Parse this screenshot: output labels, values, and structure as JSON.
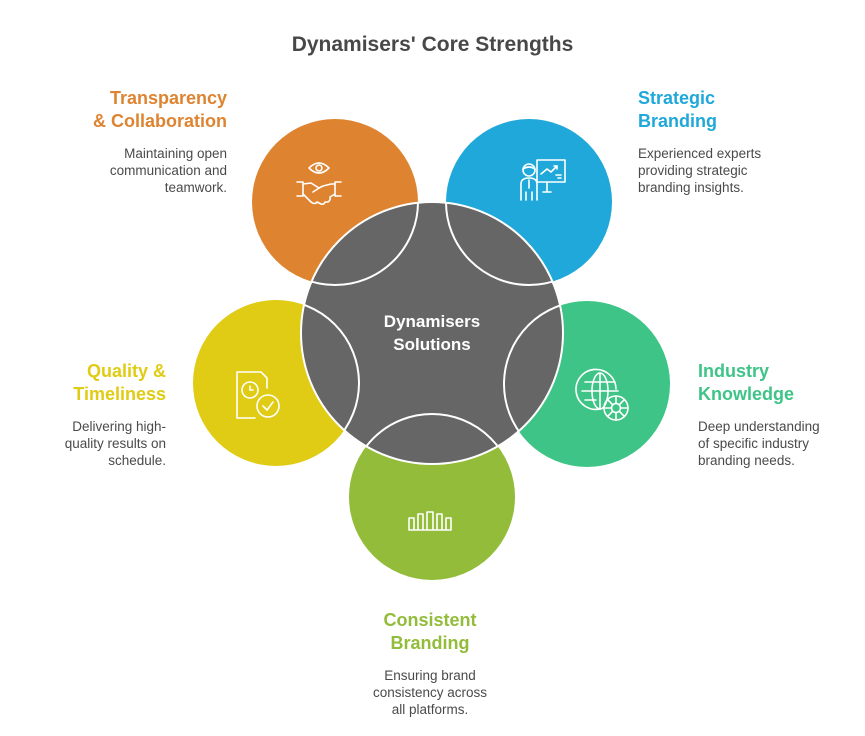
{
  "title": "Dynamisers' Core Strengths",
  "center": {
    "line1": "Dynamisers",
    "line2": "Solutions",
    "color": "#666666"
  },
  "items": [
    {
      "id": "transparency",
      "title_line1": "Transparency",
      "title_line2": "& Collaboration",
      "desc_line1": "Maintaining open",
      "desc_line2": "communication and",
      "desc_line3": "teamwork.",
      "color": "#DE8431",
      "icon": "eye-handshake-icon"
    },
    {
      "id": "strategic",
      "title_line1": "Strategic",
      "title_line2": "Branding",
      "desc_line1": "Experienced experts",
      "desc_line2": "providing strategic",
      "desc_line3": "branding insights.",
      "color": "#1FA8D9",
      "icon": "presenter-chart-icon"
    },
    {
      "id": "quality",
      "title_line1": "Quality &",
      "title_line2": "Timeliness",
      "desc_line1": "Delivering high-",
      "desc_line2": "quality results on",
      "desc_line3": "schedule.",
      "color": "#E0CB15",
      "icon": "document-clock-check-icon"
    },
    {
      "id": "industry",
      "title_line1": "Industry",
      "title_line2": "Knowledge",
      "desc_line1": "Deep understanding",
      "desc_line2": "of specific industry",
      "desc_line3": "branding needs.",
      "color": "#3EC486",
      "icon": "globe-gear-icon"
    },
    {
      "id": "consistent",
      "title_line1": "Consistent",
      "title_line2": "Branding",
      "desc_line1": "Ensuring brand",
      "desc_line2": "consistency across",
      "desc_line3": "all platforms.",
      "color": "#92BC3A",
      "icon": "wave-pattern-icon"
    }
  ]
}
